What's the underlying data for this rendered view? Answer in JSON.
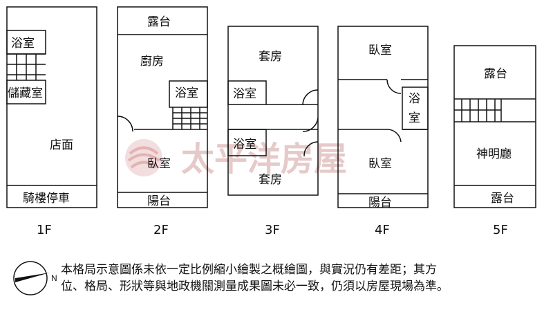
{
  "watermark": "太平洋房屋",
  "floors": [
    {
      "label": "1F",
      "rooms": {
        "bath": "浴室",
        "storage": "儲藏室",
        "shop": "店面",
        "parking": "騎樓停車"
      }
    },
    {
      "label": "2F",
      "rooms": {
        "terrace": "露台",
        "kitchen": "廚房",
        "bath": "浴室",
        "bedroom": "臥室",
        "balcony": "陽台"
      }
    },
    {
      "label": "3F",
      "rooms": {
        "suite_top": "套房",
        "bath_top": "浴室",
        "bath_bottom": "浴室",
        "suite_bottom": "套房"
      }
    },
    {
      "label": "4F",
      "rooms": {
        "bedroom_top": "臥室",
        "bath_1": "浴",
        "bath_2": "室",
        "bedroom_bottom": "臥室",
        "balcony": "陽台"
      }
    },
    {
      "label": "5F",
      "rooms": {
        "terrace_top": "露台",
        "shrine": "神明廳",
        "terrace_bottom": "露台"
      }
    }
  ],
  "disclaimer": {
    "line1": "本格局示意圖係未依一定比例縮小繪製之概繪圖，與實況仍有差距；其方",
    "line2": "位、格局、形狀等與地政機關測量成果圖未必一致，仍須以房屋現場為準。"
  },
  "compass_label": "N"
}
